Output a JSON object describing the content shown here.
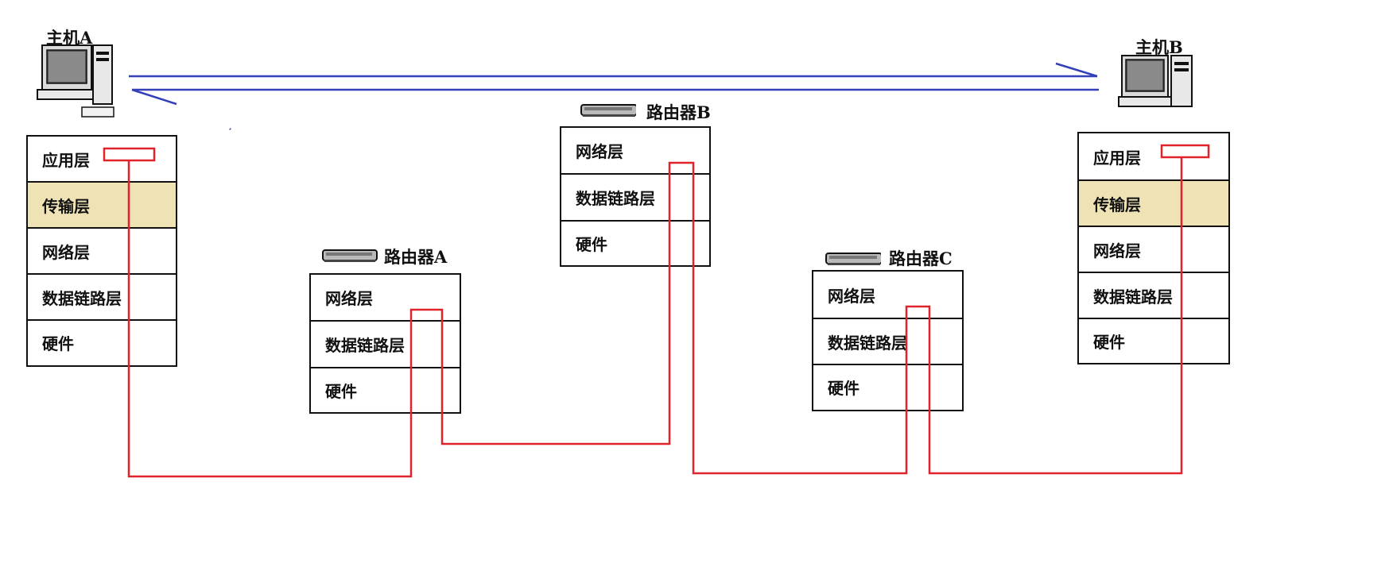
{
  "hostA": {
    "label": "主机A",
    "layers": [
      "应用层",
      "传输层",
      "网络层",
      "数据链路层",
      "硬件"
    ]
  },
  "hostB": {
    "label": "主机B",
    "layers": [
      "应用层",
      "传输层",
      "网络层",
      "数据链路层",
      "硬件"
    ]
  },
  "routerA": {
    "label": "路由器A",
    "layers": [
      "网络层",
      "数据链路层",
      "硬件"
    ]
  },
  "routerB": {
    "label": "路由器B",
    "layers": [
      "网络层",
      "数据链路层",
      "硬件"
    ]
  },
  "routerC": {
    "label": "路由器C",
    "layers": [
      "网络层",
      "数据链路层",
      "硬件"
    ]
  },
  "colors": {
    "data_path": "#e0232b",
    "transport_arrow": "#3340b8",
    "transport_highlight": "#efe3b6",
    "border": "#111111"
  }
}
